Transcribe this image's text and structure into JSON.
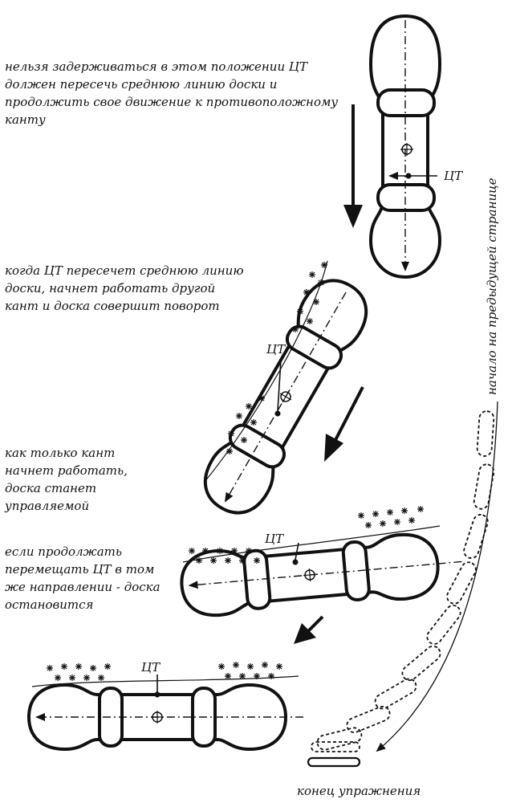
{
  "captions": {
    "c1": "нельзя задерживаться в этом положении ЦТ должен пересечь среднюю линию доски и продолжить свое движение к противоположному канту",
    "c2": "когда ЦТ пересечет среднюю линию доски, начнет работать другой кант и доска совершит поворот",
    "c3": "как только кант начнет работать, доска станет управляемой",
    "c4": "если продолжать перемещать ЦТ в том же направлении - доска остановится"
  },
  "labels": {
    "cg": "ЦТ",
    "start": "начало на предыдущей странице",
    "end": "конец упражнения"
  },
  "colors": {
    "ink": "#111111",
    "paper": "#ffffff"
  }
}
